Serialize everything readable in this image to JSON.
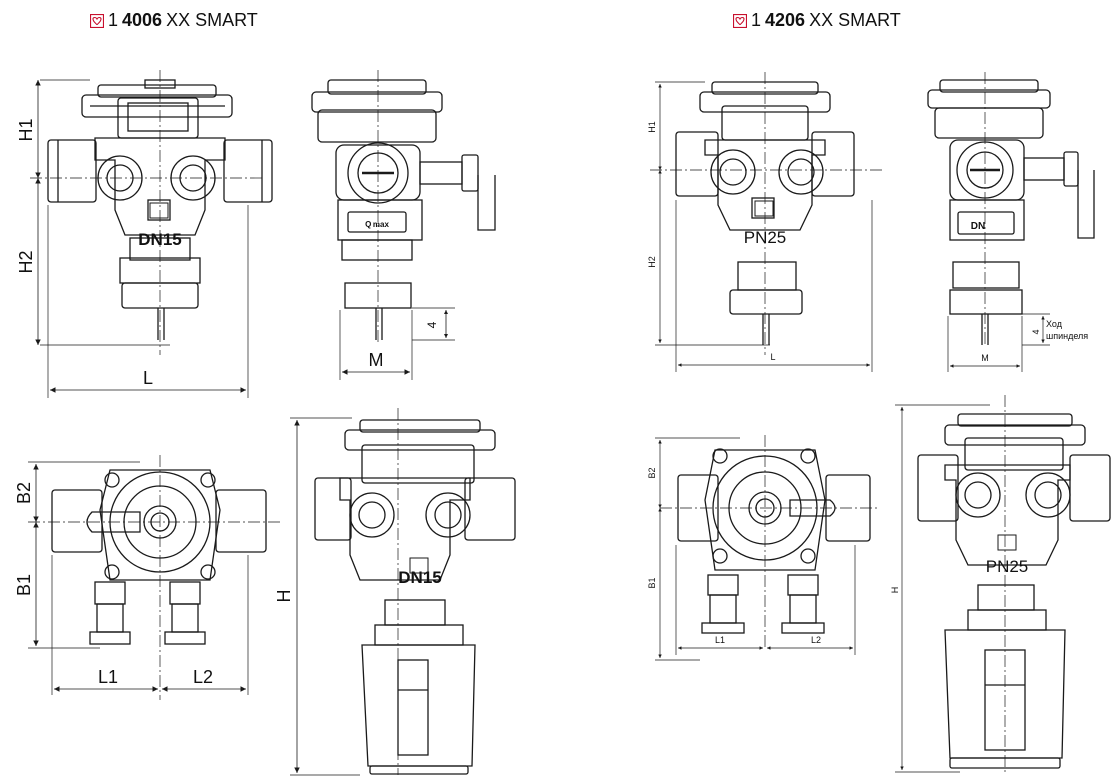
{
  "left_product": {
    "prefix": "1",
    "code": "4006",
    "suffix": "XX SMART"
  },
  "right_product": {
    "prefix": "1",
    "code": "4206",
    "suffix": "XX SMART"
  },
  "left_labels": {
    "h1": "H1",
    "h2": "H2",
    "l": "L",
    "m": "M",
    "four": "4",
    "b1": "B1",
    "b2": "B2",
    "l1": "L1",
    "l2": "L2",
    "h": "H",
    "dn_a": "DN15",
    "dn_b": "DN15",
    "qlogo": "Q max"
  },
  "right_labels": {
    "h1": "H1",
    "h2": "H2",
    "l": "L",
    "m": "M",
    "four": "4",
    "stroke": "Ход",
    "stroke2": "шпинделя",
    "b1": "B1",
    "b2": "B2",
    "l1": "L1",
    "l2": "L2",
    "h": "H",
    "pn_a": "PN25",
    "pn_b": "PN25",
    "dn": "DN"
  },
  "colors": {
    "line": "#1a1a1a",
    "logo": "#c8102e"
  }
}
